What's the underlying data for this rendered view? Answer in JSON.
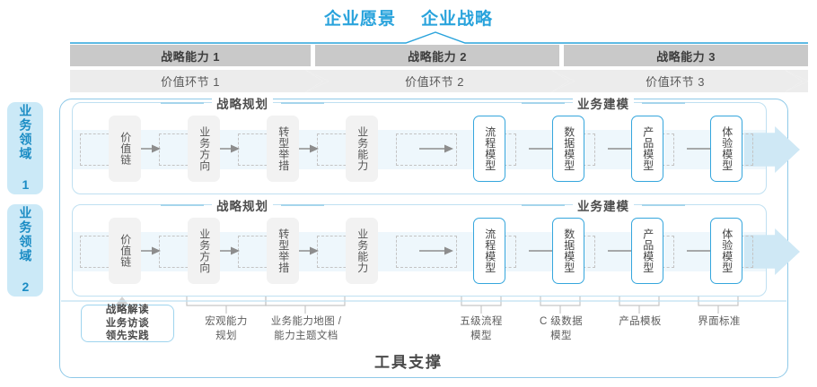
{
  "vision": {
    "titles": [
      "企业愿景",
      "企业战略"
    ],
    "accent": "#29a3dc"
  },
  "capability_bars": {
    "items": [
      {
        "label": "战略能力 1"
      },
      {
        "label": "战略能力 2"
      },
      {
        "label": "战略能力 3"
      }
    ],
    "bg": "#c9c9c9"
  },
  "value_bars": {
    "items": [
      {
        "label": "价值环节 1"
      },
      {
        "label": "价值环节 2"
      },
      {
        "label": "价值环节 3"
      }
    ],
    "bg": "#ececec"
  },
  "domains": [
    {
      "label": "业务领域 1"
    },
    {
      "label": "业务领域 2"
    }
  ],
  "sections": {
    "strategy_planning": "战略规划",
    "business_modeling": "业务建模"
  },
  "nodes": {
    "planning": [
      {
        "label": "价值链"
      },
      {
        "label": "业务方向"
      },
      {
        "label": "转型举措"
      },
      {
        "label": "业务能力"
      }
    ],
    "modeling": [
      {
        "label": "流程模型"
      },
      {
        "label": "数据模型"
      },
      {
        "label": "产品模型"
      },
      {
        "label": "体验模型"
      }
    ]
  },
  "tool_box": {
    "lines": [
      "战略解读",
      "业务访谈",
      "领先实践"
    ]
  },
  "tool_labels": [
    {
      "lines": [
        "宏观能力",
        "规划"
      ]
    },
    {
      "lines": [
        "业务能力地图 /",
        "能力主题文档"
      ]
    },
    {
      "lines": [
        "五级流程",
        "模型"
      ]
    },
    {
      "lines": [
        "C 级数据",
        "模型"
      ]
    },
    {
      "lines": [
        "产品模板"
      ]
    },
    {
      "lines": [
        "界面标准"
      ]
    }
  ],
  "footer": {
    "title": "工具支撑"
  }
}
